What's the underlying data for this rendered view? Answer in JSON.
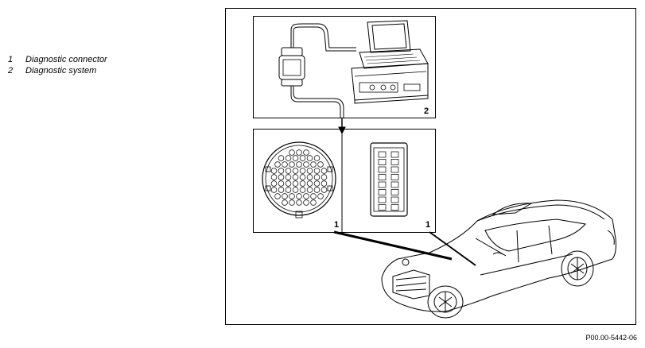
{
  "legend": [
    {
      "number": "1",
      "label": "Diagnostic connector"
    },
    {
      "number": "2",
      "label": "Diagnostic system"
    }
  ],
  "callouts": {
    "system_box": "2",
    "round_connector": "1",
    "rect_connector": "1"
  },
  "document_id": "P00.00-5442-06"
}
